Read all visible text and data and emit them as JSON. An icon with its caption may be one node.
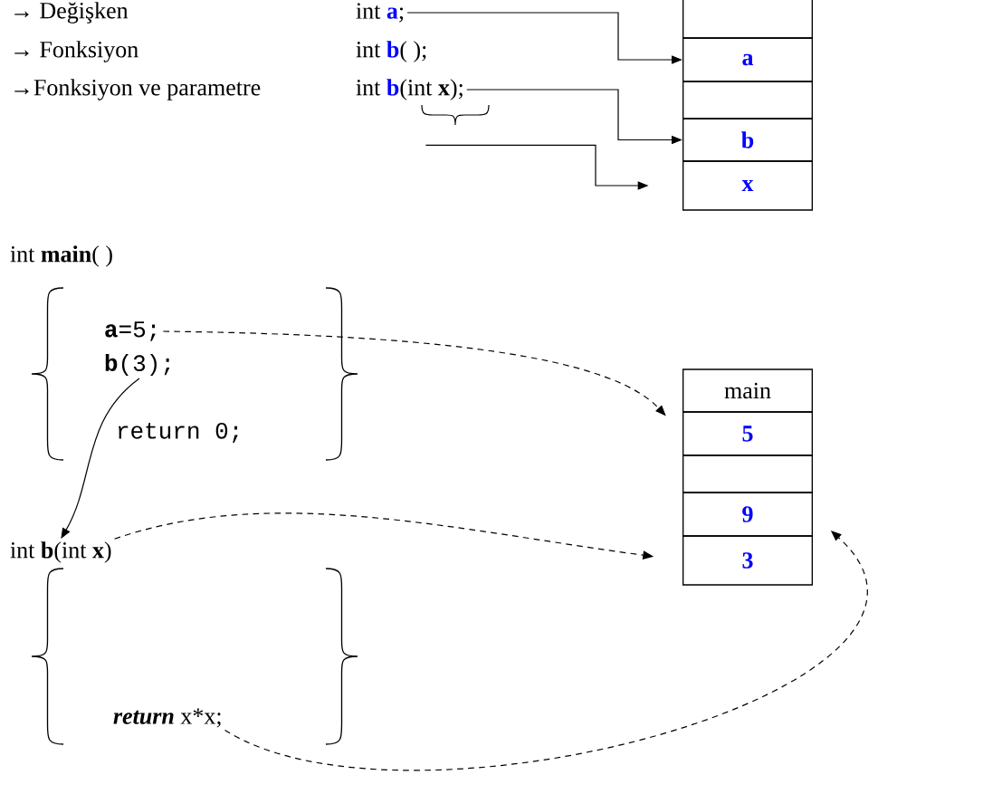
{
  "diagram": {
    "nodes": [
      {
        "text": [
          "int **a**;"
        ]
      },
      {
        "text": [
          "int **b**(int **x**);"
        ]
      },
      {
        "text": [],
        "shape": "box"
      },
      {
        "text": [
          "a"
        ]
      },
      {
        "text": [],
        "shape": "box"
      },
      {
        "text": [
          "b"
        ]
      },
      {
        "text": [
          "x"
        ]
      },
      {
        "text": [
          "**a**=5;"
        ]
      },
      {
        "text": [
          "**b**(3);"
        ]
      },
      {
        "text": [
          "int **b**(int **x**)"
        ]
      },
      {
        "text": [
          "**return** x*x;"
        ]
      },
      {
        "text": [
          "main"
        ]
      },
      {
        "text": [
          "5"
        ]
      },
      {
        "text": [],
        "shape": "box"
      },
      {
        "text": [
          "9"
        ]
      },
      {
        "text": [
          "3"
        ]
      }
    ],
    "edges": [
      {
        "from": 0,
        "to": 3,
        "arrow": "to"
      },
      {
        "from": 1,
        "to": 5,
        "arrow": "to"
      },
      {
        "from": 1,
        "to": 6,
        "arrow": "to"
      },
      {
        "from": 7,
        "to": 12,
        "arrow": "to",
        "style": "dashed"
      },
      {
        "from": 8,
        "to": 9,
        "arrow": "to"
      },
      {
        "from": 9,
        "to": 15,
        "arrow": "to",
        "style": "dashed"
      },
      {
        "from": 10,
        "to": 14,
        "arrow": "to",
        "style": "dashed"
      }
    ],
    "labels": [
      "→ Değişken",
      "→ Fonksiyon",
      "→Fonksiyon ve parametre",
      "int **b**( );",
      "int **main**( )",
      "return 0;"
    ]
  }
}
